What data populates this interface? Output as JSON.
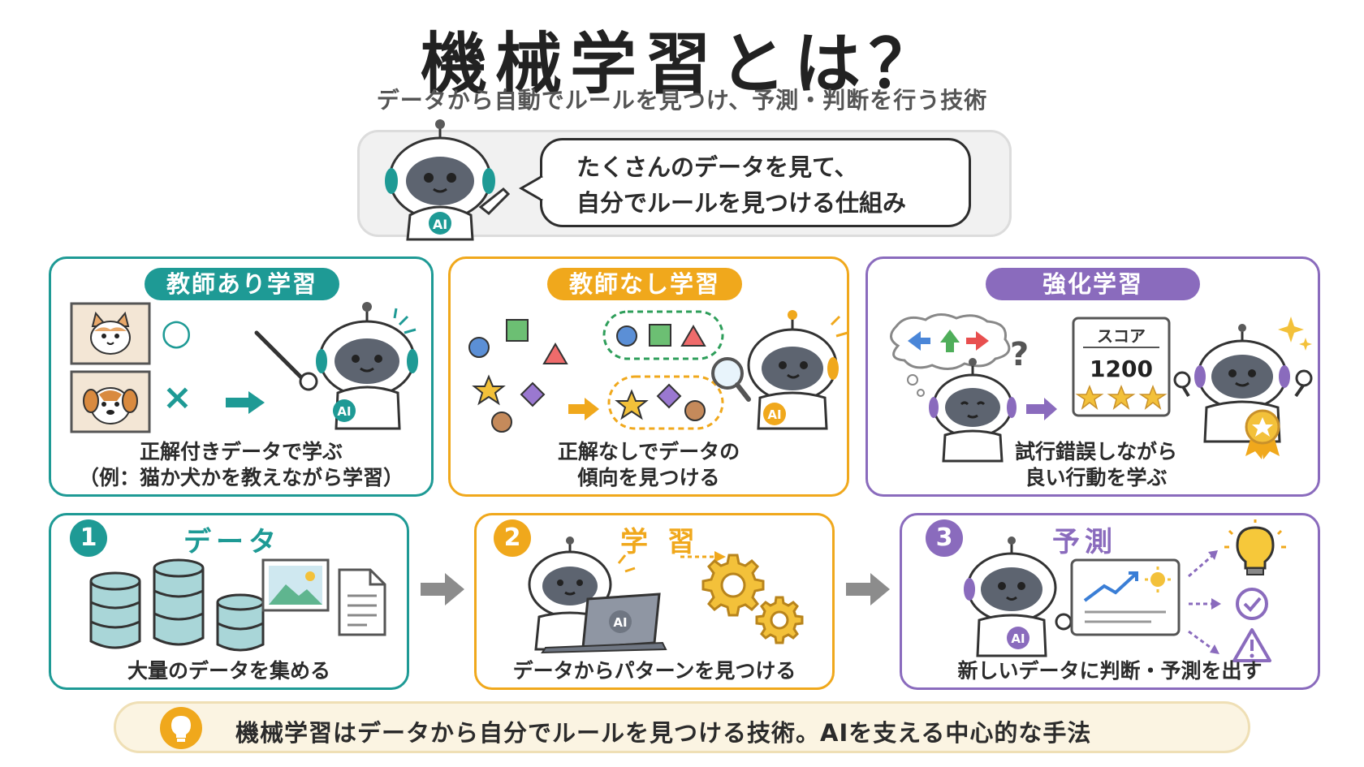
{
  "title": "機械学習とは？",
  "subtitle": "データから自動でルールを見つけ、予測・判断を行う技術",
  "intro": {
    "line1": "たくさんのデータを見て、",
    "line2": "自分でルールを見つける仕組み",
    "robot_badge": "AI"
  },
  "types": [
    {
      "label": "教師あり学習",
      "caption1": "正解付きデータで学ぶ",
      "caption2": "（例：猫か犬かを教えながら学習）",
      "color": "#1e9a95",
      "marks": [
        "○",
        "×"
      ],
      "robot_badge": "AI"
    },
    {
      "label": "教師なし学習",
      "caption1": "正解なしでデータの",
      "caption2": "傾向を見つける",
      "color": "#f0a81c",
      "robot_badge": "AI"
    },
    {
      "label": "強化学習",
      "caption1": "試行錯誤しながら",
      "caption2": "良い行動を学ぶ",
      "color": "#8a6bbd",
      "score_label": "スコア",
      "score_value": "1200",
      "question": "?"
    }
  ],
  "steps": [
    {
      "number": "1",
      "title": "データ",
      "caption": "大量のデータを集める",
      "color": "#1e9a95"
    },
    {
      "number": "2",
      "title": "学 習",
      "caption": "データからパターンを見つける",
      "color": "#f0a81c",
      "laptop_badge": "AI"
    },
    {
      "number": "3",
      "title": "予測",
      "caption": "新しいデータに判断・予測を出す",
      "color": "#8a6bbd",
      "robot_badge": "AI"
    }
  ],
  "summary": "機械学習はデータから自分でルールを見つける技術。AIを支える中心的な手法",
  "icons": [
    "lightbulb-icon",
    "robot-icon",
    "cat-photo-icon",
    "dog-photo-icon",
    "database-icon",
    "image-icon",
    "document-icon",
    "gear-icon",
    "magnifier-icon",
    "chart-icon",
    "check-icon",
    "warning-icon",
    "medal-icon",
    "arrow-icon"
  ]
}
